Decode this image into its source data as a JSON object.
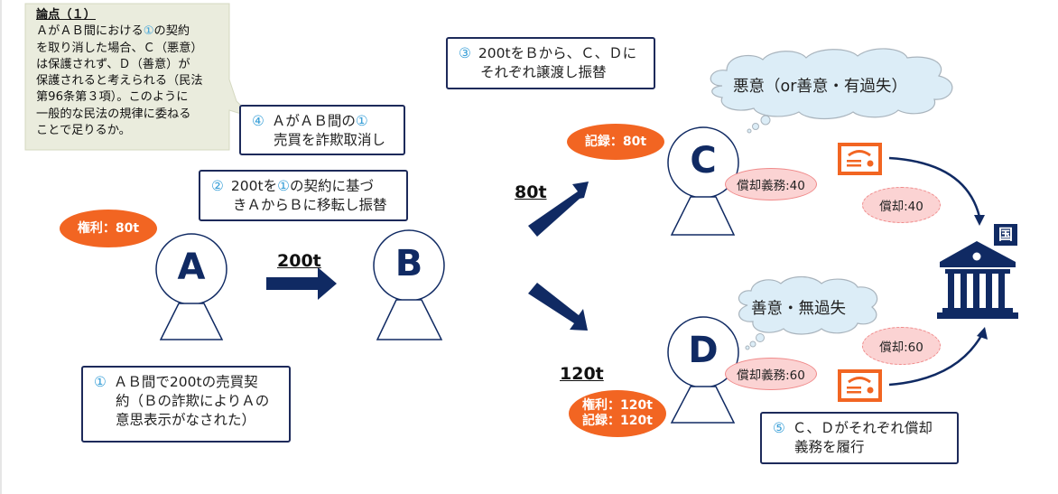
{
  "issue_note": {
    "title": "論点（１）",
    "lines": [
      "ＡがＡＢ間における",
      "の契約",
      "を取り消した場合、Ｃ（悪意）",
      "は保護されず、Ｄ（善意）が",
      "保護されると考えられる（民法",
      "第96条第３項）。このように",
      "一般的な民法の規律に委ねる",
      "ことで足りるか。"
    ],
    "circled_ref": "①"
  },
  "steps": {
    "step1": {
      "num": "①",
      "line1": "ＡＢ間で200tの売買契",
      "line2": "約（Ｂの詐欺によりＡの",
      "line3": "意思表示がなされた）"
    },
    "step2": {
      "num": "②",
      "line1a": "200tを",
      "ref": "①",
      "line1b": "の契約に基づ",
      "line2": "きＡからＢに移転し振替"
    },
    "step3": {
      "num": "③",
      "line1": "200tをＢから、Ｃ、Ｄに",
      "line2": "それぞれ譲渡し振替"
    },
    "step4": {
      "num": "④",
      "line1a": "ＡがＡＢ間の",
      "ref": "①",
      "line2": "売買を詐欺取消し"
    },
    "step5": {
      "num": "⑤",
      "line1": "Ｃ、Ｄがそれぞれ償却",
      "line2": "義務を履行"
    }
  },
  "parties": {
    "A": {
      "label": "A",
      "badge": "権利：80t"
    },
    "B": {
      "label": "B"
    },
    "C": {
      "label": "C",
      "badge": "記録：80t",
      "obligation": "償却義務:40",
      "state_of_mind": "悪意（or善意・有過失）"
    },
    "D": {
      "label": "D",
      "badge_line1": "権利：120t",
      "badge_line2": "記録：120t",
      "obligation": "償却義務:60",
      "state_of_mind": "善意・無過失"
    }
  },
  "transfers": {
    "a_to_b": "200t",
    "b_to_c": "80t",
    "b_to_d": "120t"
  },
  "redemptions": {
    "c_to_state": "償却:40",
    "d_to_state": "償却:60"
  },
  "state": {
    "label": "国"
  },
  "colors": {
    "navy": "#102a63",
    "orange": "#f26522",
    "pink_fill": "#fbd3d3",
    "pink_border": "#f08a8a",
    "cloud_fill": "#dcedf7",
    "note_fill": "#eaecdd",
    "circled_number": "#3aa0d8"
  }
}
